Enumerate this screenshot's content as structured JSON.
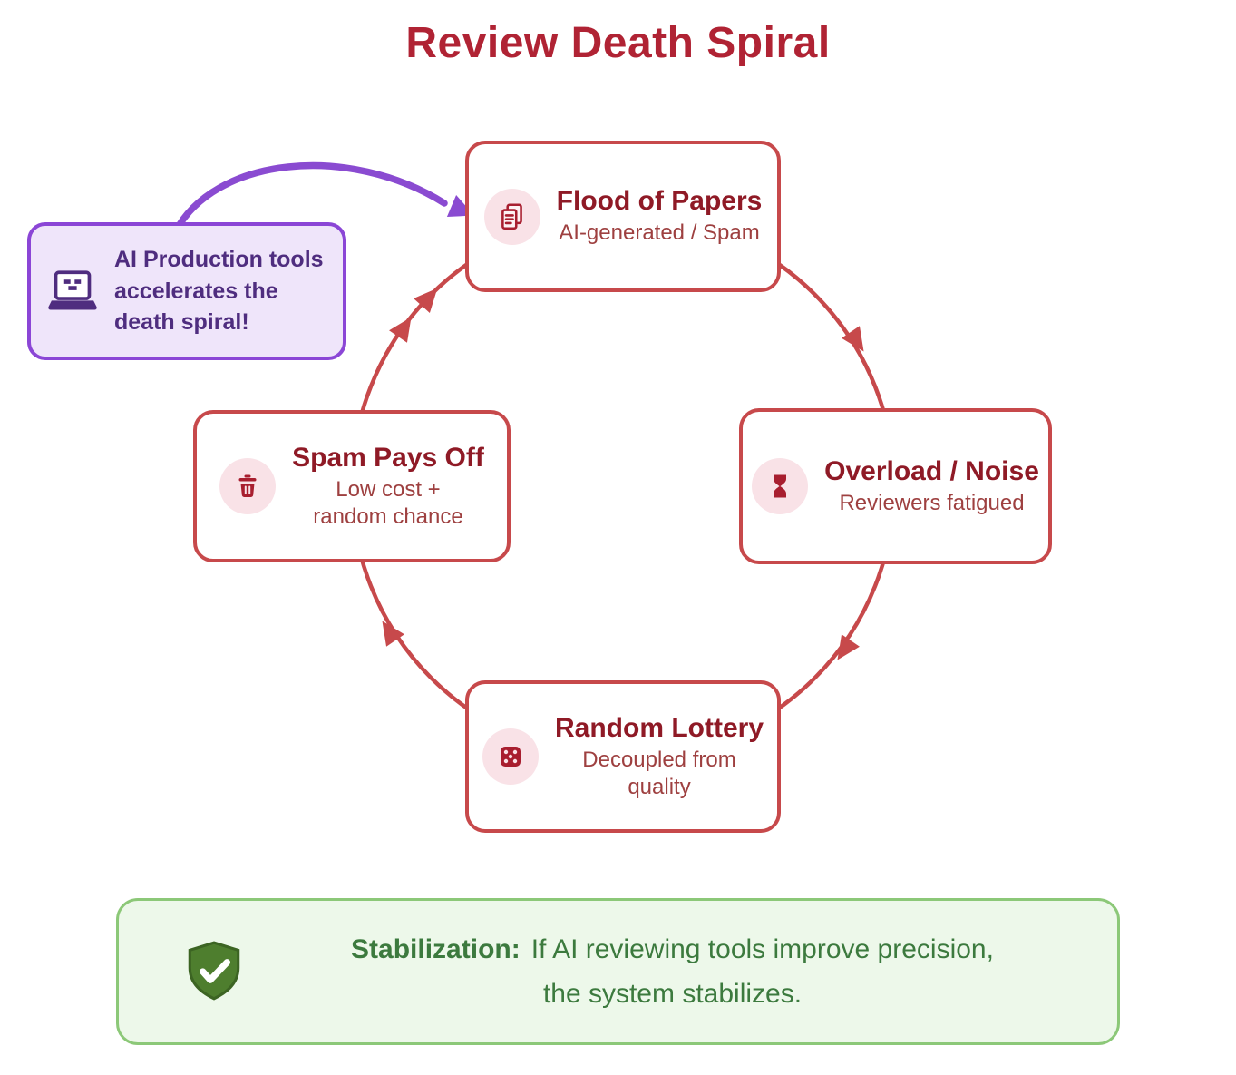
{
  "title": "Review Death Spiral",
  "cycle": {
    "nodes": [
      {
        "title": "Flood of Papers",
        "subtitle": "AI-generated / Spam",
        "icon": "papers-icon"
      },
      {
        "title": "Overload / Noise",
        "subtitle": "Reviewers fatigued",
        "icon": "hourglass-icon"
      },
      {
        "title": "Random Lottery",
        "subtitle": "Decoupled from quality",
        "icon": "dice-icon"
      },
      {
        "title": "Spam Pays Off",
        "subtitle": "Low cost + random chance",
        "icon": "trash-icon"
      }
    ]
  },
  "callout": {
    "lines": [
      "AI Production tools",
      "accelerates the",
      "death spiral!"
    ],
    "icon": "ai-laptop-icon"
  },
  "footer": {
    "label": "Stabilization:",
    "line1": "If AI reviewing tools improve precision,",
    "line2": "the system stabilizes.",
    "icon": "shield-check-icon"
  },
  "colors": {
    "title-red": "#B02334",
    "accent-red": "#C7494B",
    "node-title-red": "#8F1A26",
    "node-sub-red": "#9E4040",
    "icon-red": "#A81E2F",
    "icon-pink-bg": "#F9E2E7",
    "purple-border": "#8B46D6",
    "purple-bg": "#EFE5FA",
    "purple-text": "#4F2D7F",
    "purple-arrow": "#8A4BD1",
    "green-border": "#8CC878",
    "green-bg": "#EDF8EA",
    "green-text": "#3C7A3E",
    "shield-green": "#4E7E2E"
  }
}
